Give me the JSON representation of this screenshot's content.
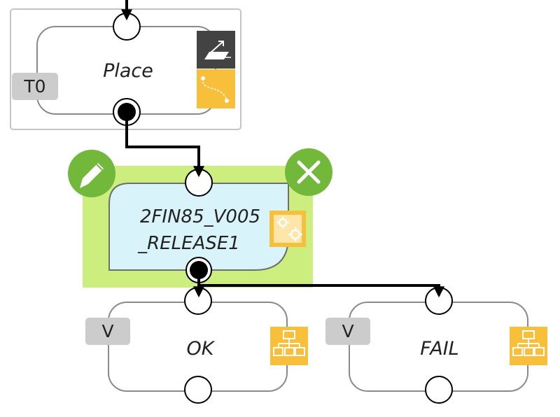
{
  "nodes": {
    "place": {
      "label": "Place",
      "tag": "T0"
    },
    "selected": {
      "label_line1": "2FIN85_V005",
      "label_line2": "_RELEASE1"
    },
    "ok": {
      "label": "OK",
      "tag": "V"
    },
    "fail": {
      "label": "FAIL",
      "tag": "V"
    }
  },
  "colors": {
    "selection_bg": "#cbee7e",
    "selected_fill": "#d8f3f9",
    "action_green": "#72b83a",
    "badge_orange": "#f8c03a",
    "badge_dark": "#434343",
    "tag_gray": "#cccccc"
  },
  "icons": {
    "edit": "pencil-icon",
    "delete": "close-icon",
    "place_top_badge": "move-tool-icon",
    "place_bottom_badge": "path-icon",
    "selected_badge": "gears-icon",
    "ok_badge": "hierarchy-icon",
    "fail_badge": "hierarchy-icon"
  }
}
